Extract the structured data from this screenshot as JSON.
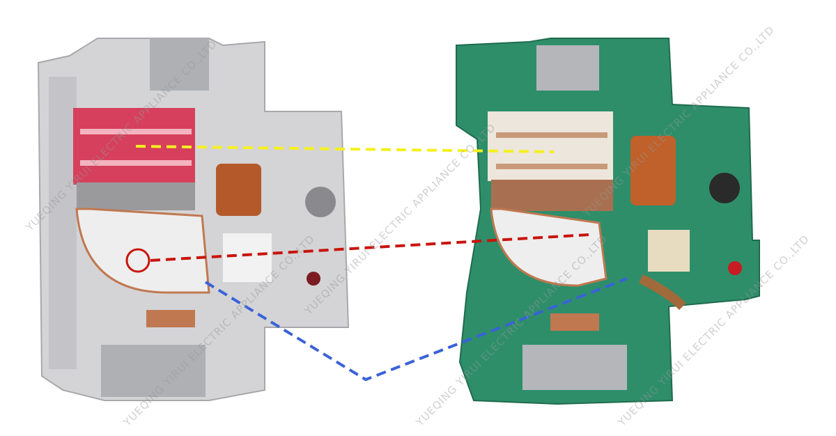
{
  "watermark": {
    "text": "YUEQING YIRUI ELECTRIC APPLIANCE CO.,LTD"
  },
  "photos": [
    {
      "name": "grey-breaker-interior",
      "housing_color": "#d4d4d6",
      "arc_chute_color": "#d6405c"
    },
    {
      "name": "green-breaker-interior",
      "housing_color": "#2e8e6a",
      "arc_chute_color": "#ece6dc"
    }
  ],
  "guide_lines": {
    "arc_chute": "#f5f01e",
    "contact": "#c8140c",
    "mechanism": "#3a62d8"
  }
}
